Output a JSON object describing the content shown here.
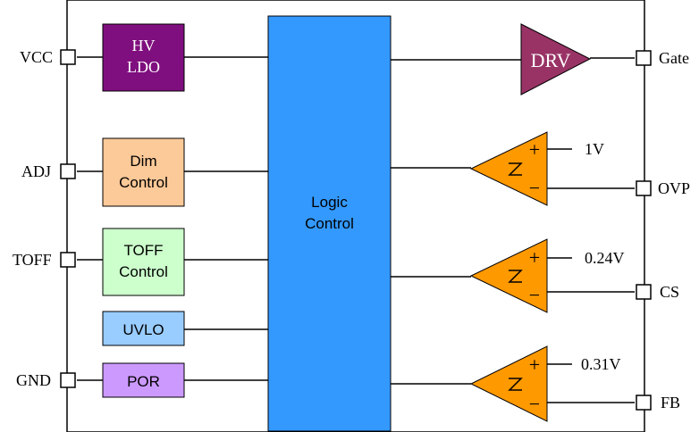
{
  "pins": {
    "vcc": "VCC",
    "adj": "ADJ",
    "toff": "TOFF",
    "gnd": "GND",
    "gate": "Gate",
    "ovp": "OVP",
    "cs": "CS",
    "fb": "FB"
  },
  "blocks": {
    "hv_ldo": {
      "line1": "HV",
      "line2": "LDO",
      "color": "#7f0f7e"
    },
    "dim_control": {
      "line1": "Dim",
      "line2": "Control",
      "color": "#fcc998"
    },
    "toff_control": {
      "line1": "TOFF",
      "line2": "Control",
      "color": "#ccffcc"
    },
    "uvlo": {
      "label": "UVLO",
      "color": "#99ccff"
    },
    "por": {
      "label": "POR",
      "color": "#cc99ff"
    },
    "logic": {
      "line1": "Logic",
      "line2": "Control",
      "color": "#3399ff"
    },
    "drv": {
      "label": "DRV",
      "color": "#993366"
    }
  },
  "comparators": {
    "color": "#ff9900",
    "plus_sign": "+",
    "minus_sign": "−",
    "refs": [
      "1V",
      "0.24V",
      "0.31V"
    ]
  }
}
